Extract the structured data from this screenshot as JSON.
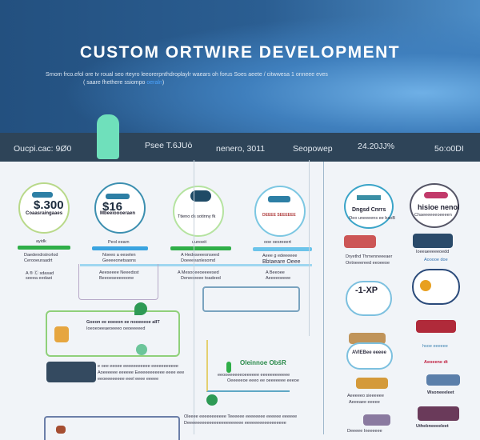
{
  "header": {
    "title": "CUSTOM ORTWIRE DEVELOPMENT",
    "subtitle_line1": "Srnom frco.efol ore tv roual seo rteyro leeorerpnthdroplaylr  waears oh forus Soes aeete / citwwesa 1 onneee eves",
    "subtitle_line2": "( saare fhethere ssiompo",
    "subtitle_link": "oeraln",
    "subtitle_end": ")"
  },
  "stats": [
    "Oucpi.cac: 9Ø0",
    "Psee T.6JUò",
    "nenero, 3011",
    "Seopowep",
    "24.20JJ%",
    "5o:o0DI"
  ],
  "cards": [
    {
      "value": "$.300",
      "caption": "Coaasraingaaes",
      "bar_label": "ayidk",
      "lines": [
        "Daedendrstrorlod",
        "Cerooeuraadrt",
        "A  ®  Ⓒ  sdasad",
        "seeea    eedast"
      ]
    },
    {
      "value": "$16",
      "caption": "Mbeeioooeraen",
      "bar_label": "Peol eearn",
      "lines": [
        "Noeeo a eeselen",
        "Geeeeonetsaons",
        "Aeeseeee  Neeedsst",
        "Beeoeseeeeoone"
      ]
    },
    {
      "value": "",
      "caption": "Ttieno ds sotinny fk",
      "bar_label": "uunoeit",
      "lines": [
        "A  Hedoseeeonseed",
        "Doeeeeanlesomd",
        "A  Mesodeeoeeeesed",
        "Deneoeeee  toadeed"
      ]
    },
    {
      "value": "",
      "caption": "DEEEE SEEEEEE",
      "bar_label": "ooe oesreeert",
      "lines": [
        "Aeee  g  edeeeeee",
        "Bbtaeare Oeee",
        "A  Beeoee",
        "Aeeeeoeeee"
      ]
    },
    {
      "value": "",
      "caption": "Dngsd Cnrrs",
      "sub": "Oeo uneeeens ee baoB",
      "bar_label": "",
      "lines": []
    },
    {
      "value": "",
      "caption": "hisioe nenol",
      "sub": "Chaeeeeeeoeeeen",
      "bar_label": "",
      "lines": []
    }
  ],
  "right_col": [
    "Dryethd Thrnenneeeaer",
    "Ontneeereed eeoeeoe",
    "Ioeeaeeeeeoedd",
    "Aooooe doe",
    "hsoe eeeeee",
    "Aeoeene dt",
    "Wsoneeeleet",
    "Uthebneeeeleet",
    "Aeeeeeo sieeeeee",
    "Aeeeaee eeeee",
    "Deeeee Ineeeeee"
  ],
  "flow": {
    "box1_text": "Goeon ee eoeeon ee nooeeeoe aIIT",
    "box1_sub": "Ioeoeoeeaeoeeeo oeoeeeeed",
    "box2_head": "Oleinnoe ObšR",
    "box2_text": "eeooeeeeeeoeeeeee  eeeeeeeeeeee",
    "box2_sub": "Oeeeeeoe  eeeo  ee  oeeeeeee eeeoe",
    "list_text": "e oee eeoee eeeeeeeeeee eeeeeeeeeee",
    "list_sub": "Aoeeeeee eeeeee Eeeeeeeeeeee eeee eee",
    "list_sub2": "eeoeeeeeeee eeel eeee eeeee",
    "bottom_text": "Oleeee eeeeeeeeeee Teeeeee eeeeeeee eeeeee  eeeeee",
    "bottom_sub": "Deeeeeeeeeeeeeeeeeeeeeee eeeeeeeeeeeeeeeee",
    "exp": "-1-XP",
    "awo": "AVIEBee eeeee"
  },
  "colors": {
    "header": "#2b5e92",
    "stats_bar": "#2e4458",
    "green": "#2fae48",
    "blue": "#3aa4e0",
    "teal": "#6fe0bb"
  }
}
